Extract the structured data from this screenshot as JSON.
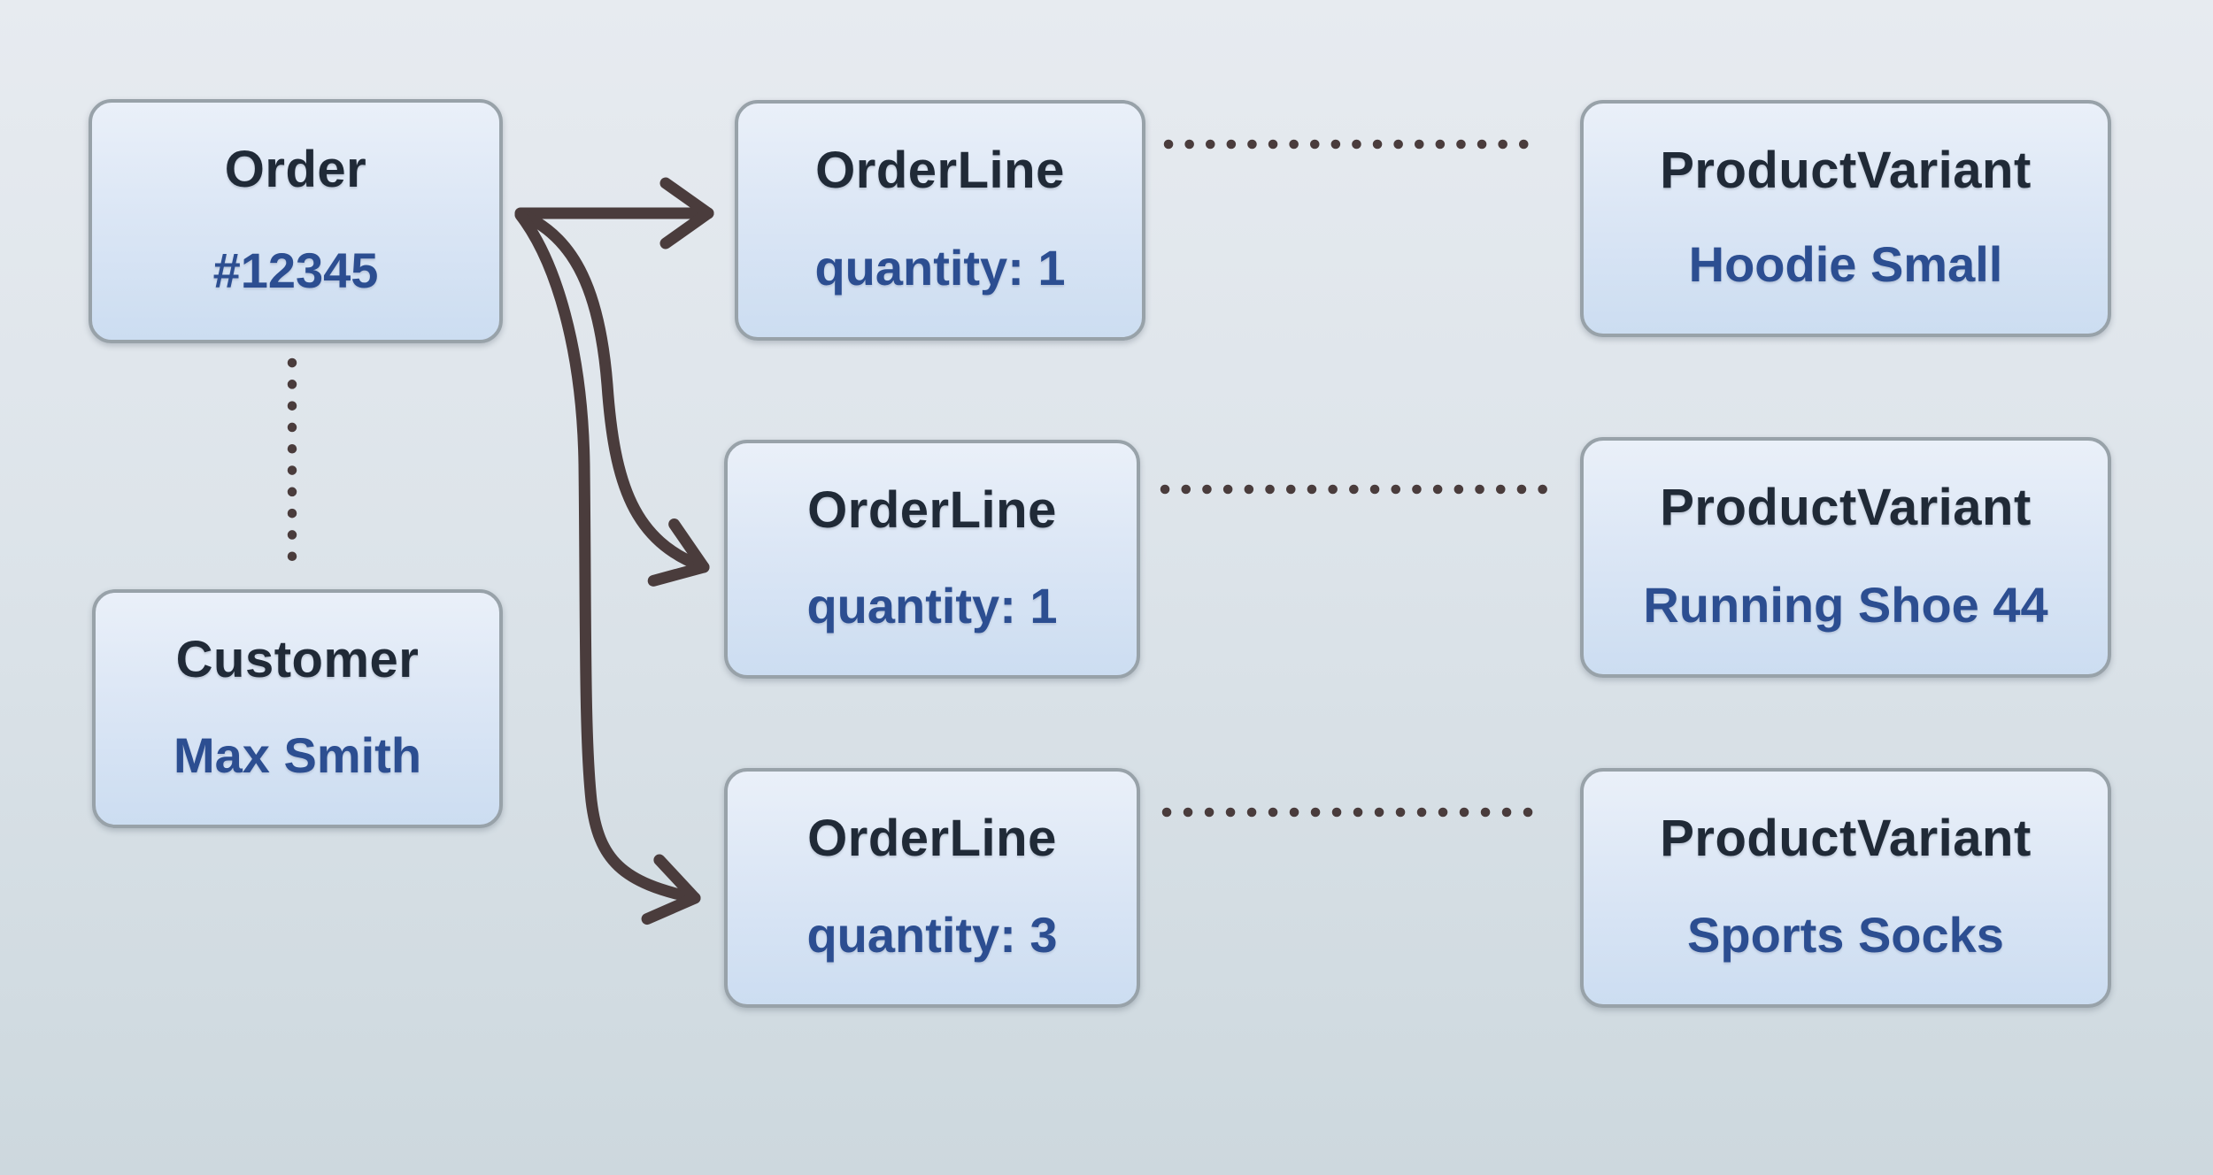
{
  "nodes": {
    "order": {
      "title": "Order",
      "value": "#12345"
    },
    "customer": {
      "title": "Customer",
      "value": "Max Smith"
    },
    "orderline1": {
      "title": "OrderLine",
      "value": "quantity: 1"
    },
    "orderline2": {
      "title": "OrderLine",
      "value": "quantity: 1"
    },
    "orderline3": {
      "title": "OrderLine",
      "value": "quantity: 3"
    },
    "variant1": {
      "title": "ProductVariant",
      "value": "Hoodie Small"
    },
    "variant2": {
      "title": "ProductVariant",
      "value": "Running Shoe 44"
    },
    "variant3": {
      "title": "ProductVariant",
      "value": "Sports Socks"
    }
  },
  "edges": [
    {
      "from": "order",
      "to": "orderline1",
      "style": "solid-arrow"
    },
    {
      "from": "order",
      "to": "orderline2",
      "style": "solid-arrow"
    },
    {
      "from": "order",
      "to": "orderline3",
      "style": "solid-arrow"
    },
    {
      "from": "order",
      "to": "customer",
      "style": "dotted"
    },
    {
      "from": "orderline1",
      "to": "variant1",
      "style": "dotted"
    },
    {
      "from": "orderline2",
      "to": "variant2",
      "style": "dotted"
    },
    {
      "from": "orderline3",
      "to": "variant3",
      "style": "dotted"
    }
  ],
  "colors": {
    "bg-top": "#e7ebf0",
    "bg-bottom": "#cdd8de",
    "box-border": "#98a2a9",
    "box-fill-top": "#eaf0f9",
    "box-fill-bottom": "#ccddf1",
    "title-text": "#202a37",
    "value-text": "#2c4e91",
    "connector": "#4a3c3c"
  }
}
